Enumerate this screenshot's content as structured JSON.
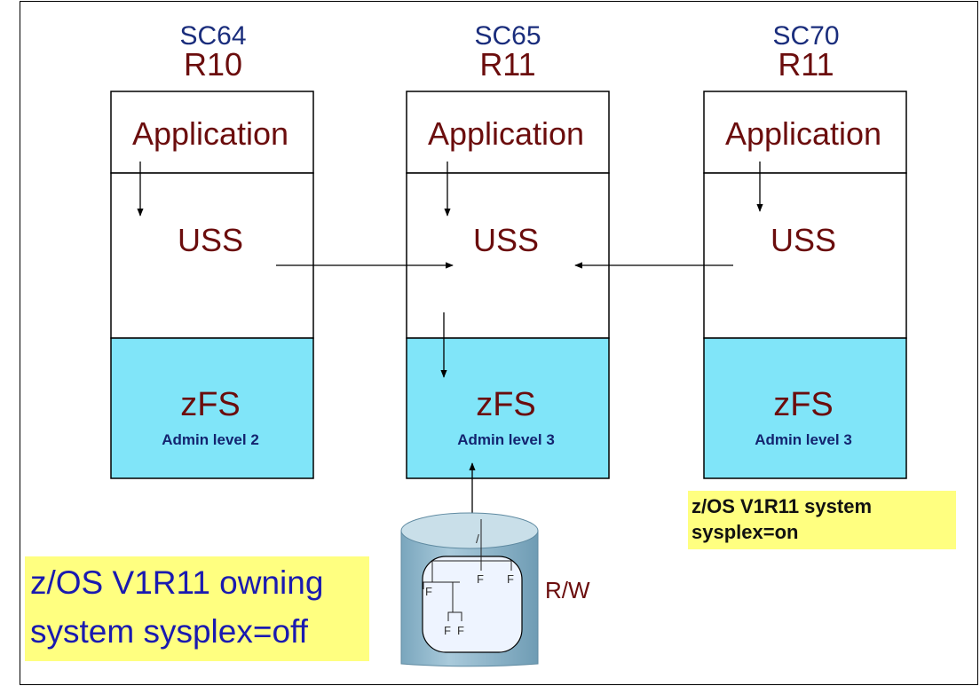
{
  "systems": [
    {
      "name": "SC64",
      "release": "R10",
      "app": "Application",
      "uss": "USS",
      "zfs": "zFS",
      "admin": "Admin level 2"
    },
    {
      "name": "SC65",
      "release": "R11",
      "app": "Application",
      "uss": "USS",
      "zfs": "zFS",
      "admin": "Admin level 3"
    },
    {
      "name": "SC70",
      "release": "R11",
      "app": "Application",
      "uss": "USS",
      "zfs": "zFS",
      "admin": "Admin level 3"
    }
  ],
  "notes": {
    "sysplex_on": "z/OS V1R11 system sysplex=on",
    "owning_off": "z/OS V1R11 owning system sysplex=off"
  },
  "disk": {
    "access_label": "R/W",
    "tree_root": "/",
    "tree_nodes": [
      "F",
      "F",
      "F",
      "F",
      "F"
    ]
  },
  "colors": {
    "zfs_fill": "#80e5f9",
    "note_fill": "#ffff80",
    "system_name": "#1a2d7c",
    "release": "#6b0d0d",
    "disk_body": "#8fb6c9"
  }
}
